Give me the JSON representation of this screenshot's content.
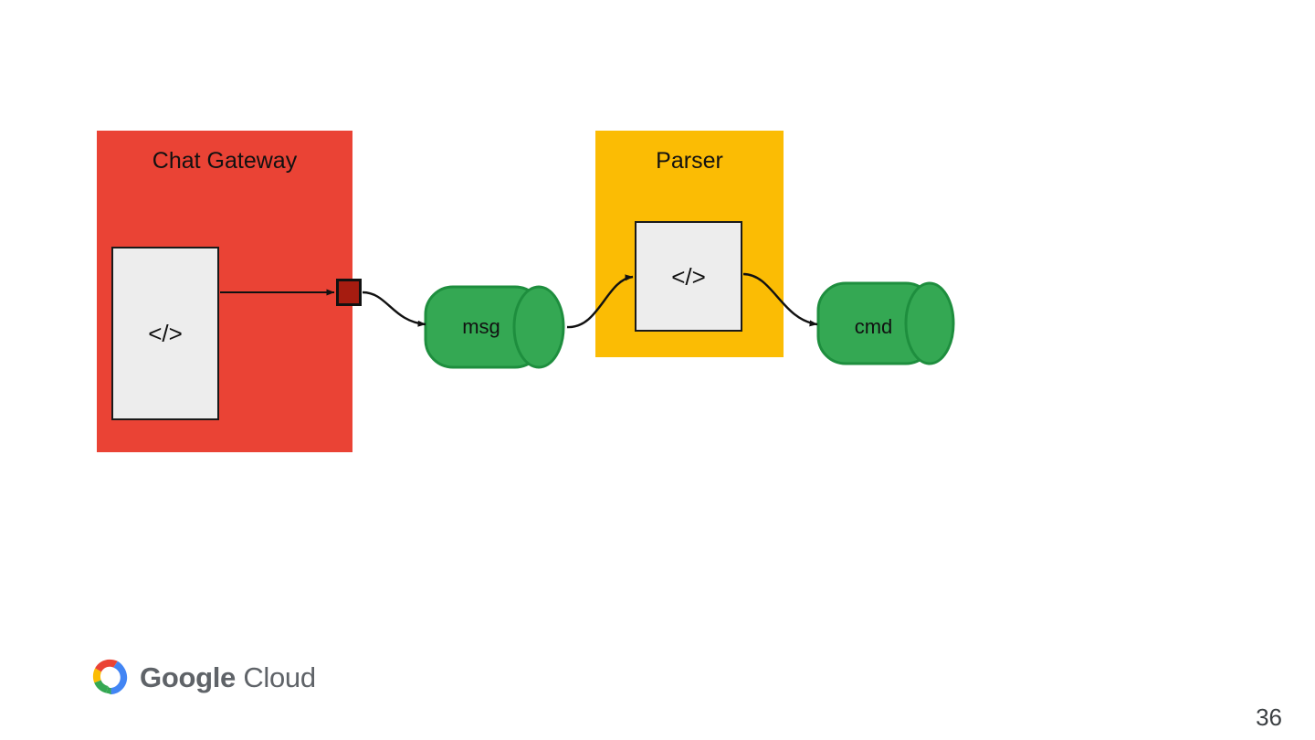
{
  "slide": {
    "background_color": "#ffffff",
    "page_number": "36"
  },
  "palette": {
    "red": "#EA4335",
    "yellow": "#FBBC04",
    "green": "#34A853",
    "green_dark": "#1E8E3E",
    "port_dark_red": "#A61C10",
    "box_fill": "#EDEDED",
    "stroke": "#111111"
  },
  "diagram": {
    "groups": [
      {
        "id": "chat-gateway",
        "title": "Chat Gateway",
        "color": "#EA4335",
        "service": {
          "glyph": "</>",
          "name": "code-service"
        },
        "port": {
          "name": "port",
          "color": "#A61C10"
        }
      },
      {
        "id": "parser",
        "title": "Parser",
        "color": "#FBBC04",
        "service": {
          "glyph": "</>",
          "name": "code-service"
        }
      }
    ],
    "topics": [
      {
        "id": "msg",
        "label": "msg",
        "color": "#34A853"
      },
      {
        "id": "cmd",
        "label": "cmd",
        "color": "#34A853"
      }
    ],
    "connectors": [
      {
        "from": "chat-gateway-service",
        "to": "chat-gateway-port",
        "style": "straight-arrow"
      },
      {
        "from": "chat-gateway-port",
        "to": "topic-msg",
        "style": "curved-arrow"
      },
      {
        "from": "topic-msg",
        "to": "parser-service",
        "style": "curved-arrow"
      },
      {
        "from": "parser-service",
        "to": "topic-cmd",
        "style": "curved-arrow"
      }
    ]
  },
  "footer": {
    "logo": {
      "name": "google-cloud-logo",
      "word_google": "Google",
      "word_cloud": "Cloud"
    }
  }
}
